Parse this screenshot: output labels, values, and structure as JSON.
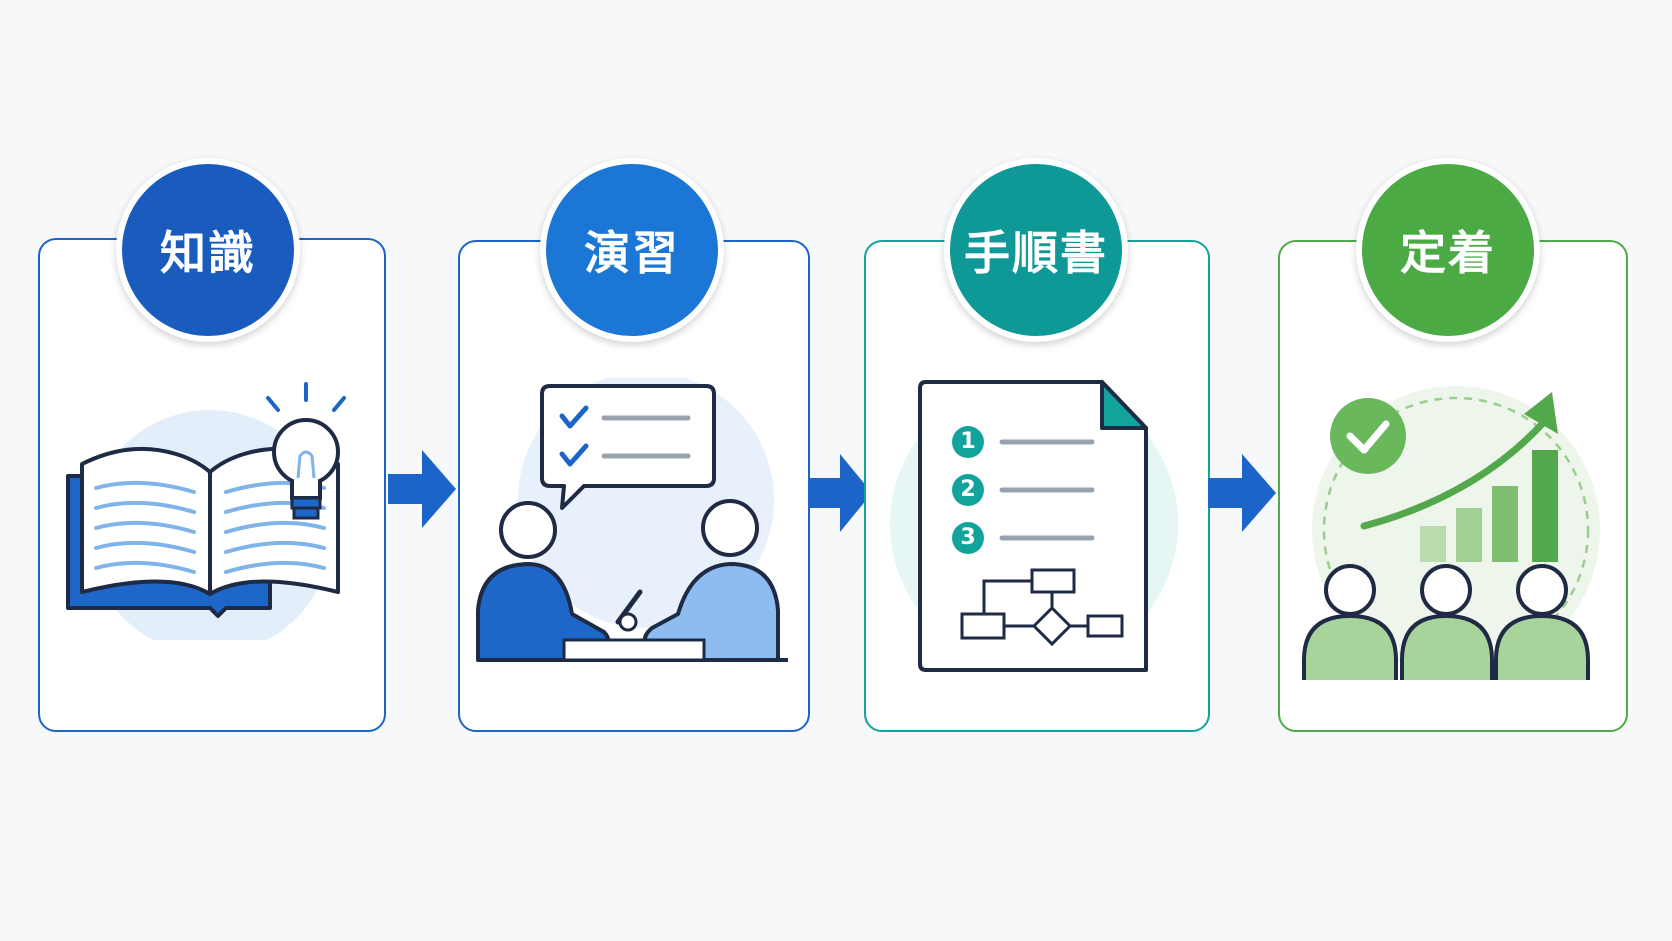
{
  "steps": [
    {
      "label": "知識",
      "icon": "book-lightbulb-icon",
      "color": "#1a5cbe"
    },
    {
      "label": "演習",
      "icon": "two-people-practice-icon",
      "color": "#1b76d6"
    },
    {
      "label": "手順書",
      "icon": "procedure-document-icon",
      "color": "#0f9996"
    },
    {
      "label": "定着",
      "icon": "growth-chart-team-icon",
      "color": "#4caa45"
    }
  ],
  "document": {
    "step_numbers": [
      "1",
      "2",
      "3"
    ]
  },
  "colors": {
    "blue": "#1c64c8",
    "light_blue": "#8dbdf0",
    "teal": "#13a39d",
    "green": "#52a84a",
    "light_green": "#a8d39a",
    "outline": "#1f2a44"
  }
}
